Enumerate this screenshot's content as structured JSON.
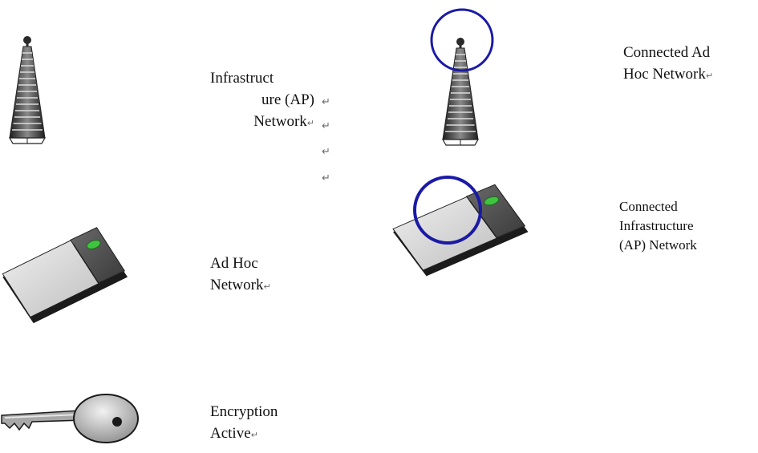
{
  "legend": {
    "infrastructure": {
      "lines": [
        "Infrastruct",
        "ure (AP)",
        "Network"
      ]
    },
    "ad_hoc": {
      "lines": [
        "Ad Hoc",
        "Network"
      ]
    },
    "encryption": {
      "lines": [
        "Encryption",
        "Active"
      ]
    },
    "connected_ad_hoc": {
      "lines": [
        "Connected Ad",
        "Hoc Network"
      ]
    },
    "connected_infrastructure": {
      "lines": [
        "Connected",
        "Infrastructure",
        "(AP) Network"
      ]
    }
  },
  "paragraph_mark": "↵",
  "colors": {
    "circle": "#1a1aa6",
    "led": "#3fc43f",
    "tower": "#333333"
  },
  "icons": {
    "infrastructure": "radio-tower-icon",
    "ad_hoc": "wireless-card-icon",
    "encryption": "key-icon",
    "connected_ad_hoc": "radio-tower-connected-icon",
    "connected_infrastructure": "wireless-card-connected-icon"
  }
}
